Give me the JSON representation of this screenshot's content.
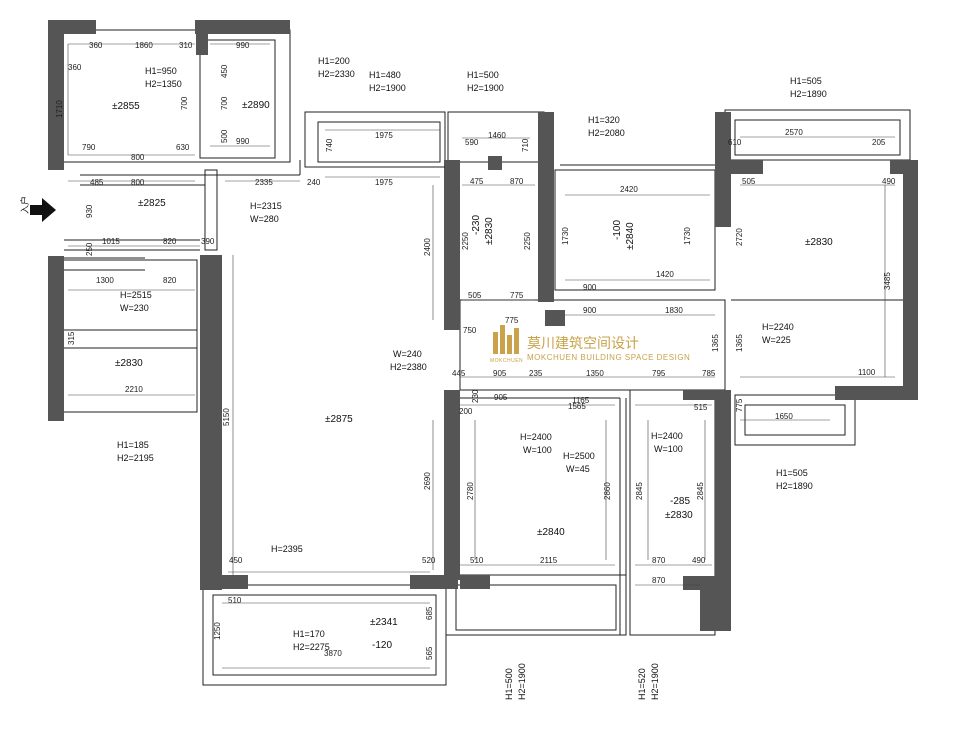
{
  "entrance_label": "入户",
  "watermark": {
    "cn": "莫川建筑空间设计",
    "en": "MOKCHUEN BUILDING SPACE DESIGN",
    "logo_text": "MOKCHUEN",
    "gold_color": "#c9a24a"
  },
  "colors": {
    "wall": "#555555",
    "line": "#222222"
  },
  "levels": {
    "topleft_room": "±2855",
    "topleft_small": "±2890",
    "entry": "±2825",
    "left_room": "±2830",
    "living": "±2875",
    "bath_top": "±2830",
    "bath_top_minus": "-230",
    "kitchen": "±2840",
    "kitchen_minus": "-100",
    "right_bedroom": "±2830",
    "middle_bedroom": "±2840",
    "small_bath": "±2830",
    "small_bath_minus": "-285",
    "balcony": "±2341",
    "balcony_minus": "-120"
  },
  "openings": {
    "tl_h1": "H1=950",
    "tl_h2": "H2=1350",
    "w200_h1": "H1=200",
    "w200_h2": "H2=2330",
    "w480_h1": "H1=480",
    "w480_h2": "H2=1900",
    "w500_h1": "H1=500",
    "w500_h2": "H2=1900",
    "w320_h1": "H1=320",
    "w320_h2": "H2=2080",
    "w505t_h1": "H1=505",
    "w505t_h2": "H2=1890",
    "d2315_h": "H=2315",
    "d2315_w": "W=280",
    "d2515_h": "H=2515",
    "d2515_w": "W=230",
    "b185_h1": "H1=185",
    "b185_h2": "H2=2195",
    "d2240_h": "H=2240",
    "d2240_w": "W=225",
    "d240_w": "W=240",
    "d240_h2": "H2=2380",
    "d2400a_h": "H=2400",
    "d2400a_w": "W=100",
    "d2500_h": "H=2500",
    "d2500_w": "W=45",
    "d2400b_h": "H=2400",
    "d2400b_w": "W=100",
    "w505b_h1": "H1=505",
    "w505b_h2": "H2=1890",
    "h2395": "H=2395",
    "b170_h1": "H1=170",
    "b170_h2": "H2=2275",
    "w500b_h1": "H1=500",
    "w500b_h2": "H2=1900",
    "w520_h1": "H1=520",
    "w520_h2": "H2=1900"
  },
  "dimensions": {
    "d1860": "1860",
    "d990a": "990",
    "d990b": "990",
    "d360a": "360",
    "d310": "310",
    "d360b": "360",
    "d1710": "1710",
    "d790": "790",
    "d800a": "800",
    "d630": "630",
    "d450": "450",
    "d700a": "700",
    "d700b": "700",
    "d500": "500",
    "d1975a": "1975",
    "d1975b": "1975",
    "d740": "740",
    "d2335": "2335",
    "d240": "240",
    "d485": "485",
    "d800b": "800",
    "d930": "930",
    "d1015": "1015",
    "d820a": "820",
    "d390": "390",
    "d250": "250",
    "d1300": "1300",
    "d820b": "820",
    "d2210": "2210",
    "d315": "315",
    "d590": "590",
    "d1460": "1460",
    "d710": "710",
    "d475": "475",
    "d870a": "870",
    "d2250a": "2250",
    "d2250b": "2250",
    "d505a": "505",
    "d775a": "775",
    "d2400": "2400",
    "d2420": "2420",
    "d1730a": "1730",
    "d1730b": "1730",
    "d1420": "1420",
    "d900a": "900",
    "d900b": "900",
    "d1830": "1830",
    "d775b": "775",
    "d2570": "2570",
    "d610": "610",
    "d205": "205",
    "d505b": "505",
    "d490a": "490",
    "d2720": "2720",
    "d3485": "3485",
    "d1365a": "1365",
    "d1365b": "1365",
    "d1100": "1100",
    "d775c": "775",
    "d1650": "1650",
    "d750": "750",
    "d445": "445",
    "d905a": "905",
    "d235": "235",
    "d1350": "1350",
    "d795": "795",
    "d785": "785",
    "d200": "200",
    "d905b": "905",
    "d1565": "1565",
    "d515": "515",
    "d2780": "2780",
    "d2860": "2860",
    "d2845a": "2845",
    "d2845b": "2845",
    "d510a": "510",
    "d2115": "2115",
    "d870b": "870",
    "d490b": "490",
    "d870c": "870",
    "d5150": "5150",
    "d2690": "2690",
    "d450b": "450",
    "d520": "520",
    "d510b": "510",
    "d1250": "1250",
    "d3870": "3870",
    "d685": "685",
    "d565": "565",
    "d230": "230",
    "d1165": "1165"
  }
}
